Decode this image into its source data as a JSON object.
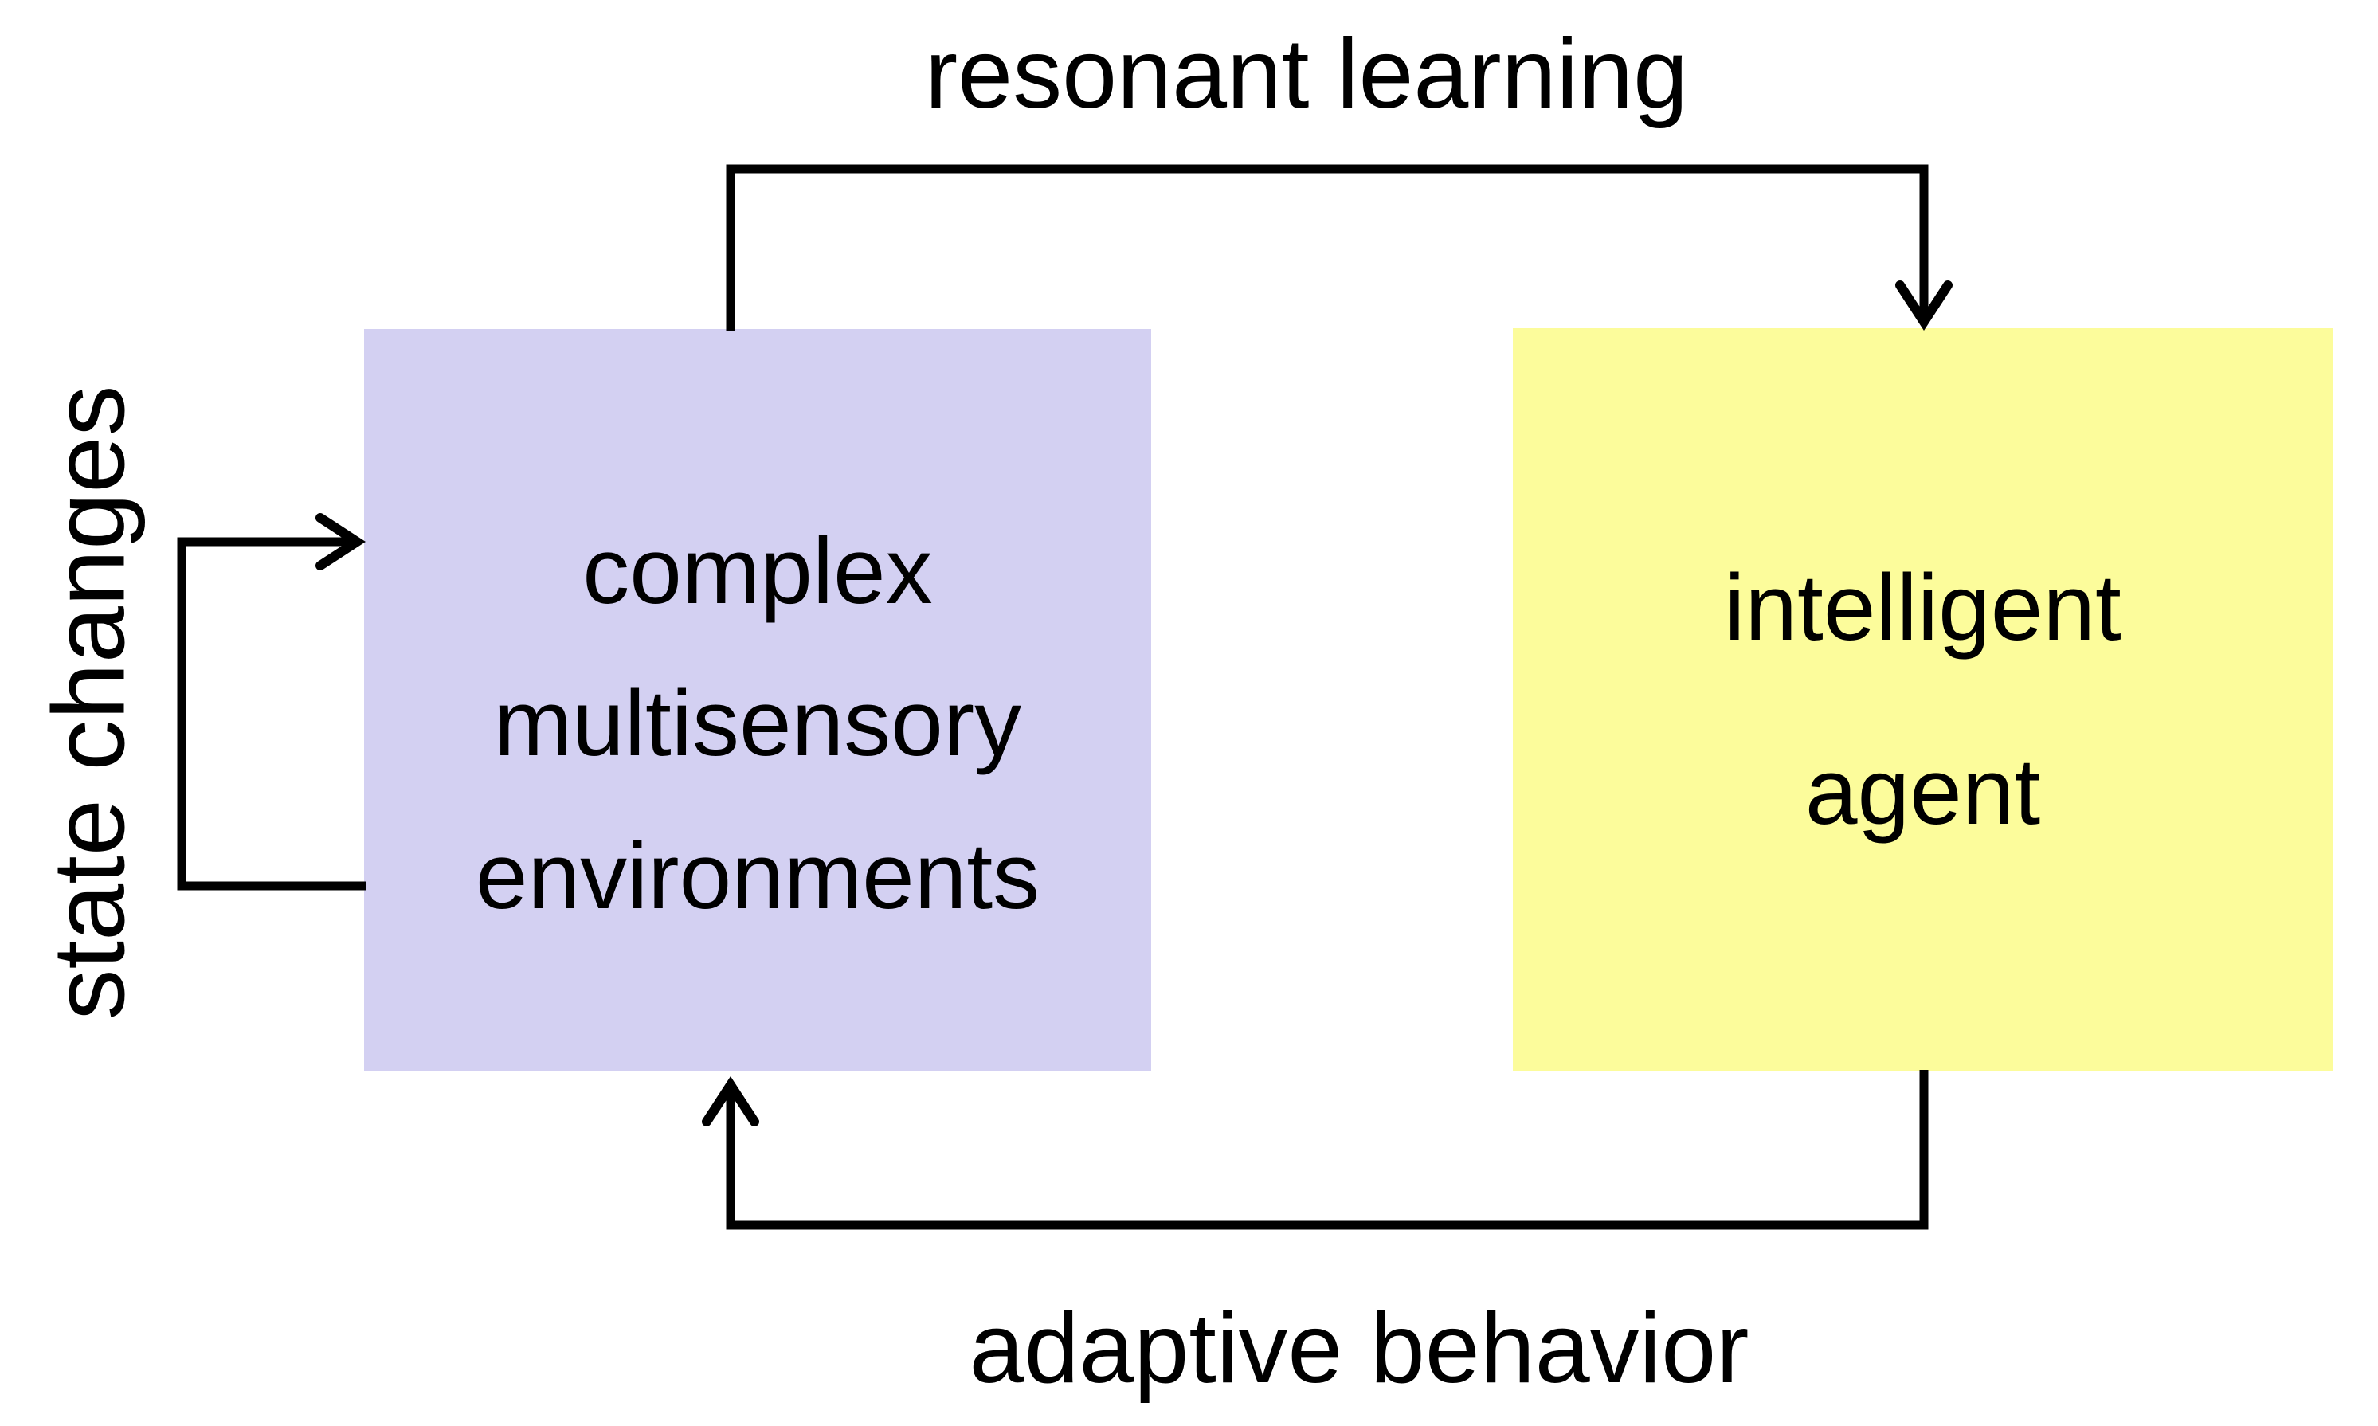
{
  "diagram": {
    "top_arrow_label": "resonant learning",
    "bottom_arrow_label": "adaptive behavior",
    "left_loop_label": "state changes",
    "environment_box": {
      "lines": [
        "complex",
        "multisensory",
        "environments"
      ],
      "fill": "#d3d0f2"
    },
    "agent_box": {
      "lines": [
        "intelligent",
        "agent"
      ],
      "fill": "#fcfc9b"
    },
    "colors": {
      "background": "#ffffff",
      "ink": "#000000"
    }
  }
}
